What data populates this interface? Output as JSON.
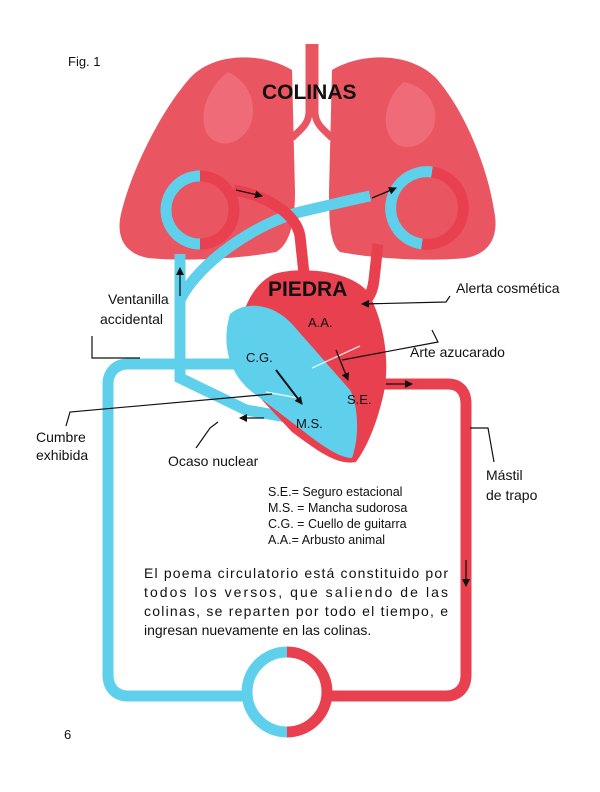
{
  "figure_label": "Fig. 1",
  "page_number": "6",
  "colors": {
    "red": "#e8404e",
    "red_light": "#ee6d78",
    "blue": "#5fd0ec",
    "ink": "#111111"
  },
  "organs": {
    "lungs": "COLINAS",
    "heart": "PIEDRA"
  },
  "chambers": {
    "aa": "A.A.",
    "cg": "C.G.",
    "se": "S.E.",
    "ms": "M.S."
  },
  "callouts": {
    "ventanilla_1": "Ventanilla",
    "ventanilla_2": "accidental",
    "alerta": "Alerta cosmética",
    "arte": "Arte azucarado",
    "cumbre_1": "Cumbre",
    "cumbre_2": "exhibida",
    "ocaso": "Ocaso nuclear",
    "mastil_1": "Mástil",
    "mastil_2": "de trapo"
  },
  "legend": [
    "S.E.= Seguro estacional",
    "M.S. = Mancha sudorosa",
    "C.G. = Cuello de guitarra",
    "A.A.= Arbusto animal"
  ],
  "paragraph": [
    "El poema circulatorio está constituido por",
    "todos los versos, que saliendo de las",
    "colinas, se reparten por todo el tiempo, e",
    "ingresan nuevamente en las colinas."
  ]
}
